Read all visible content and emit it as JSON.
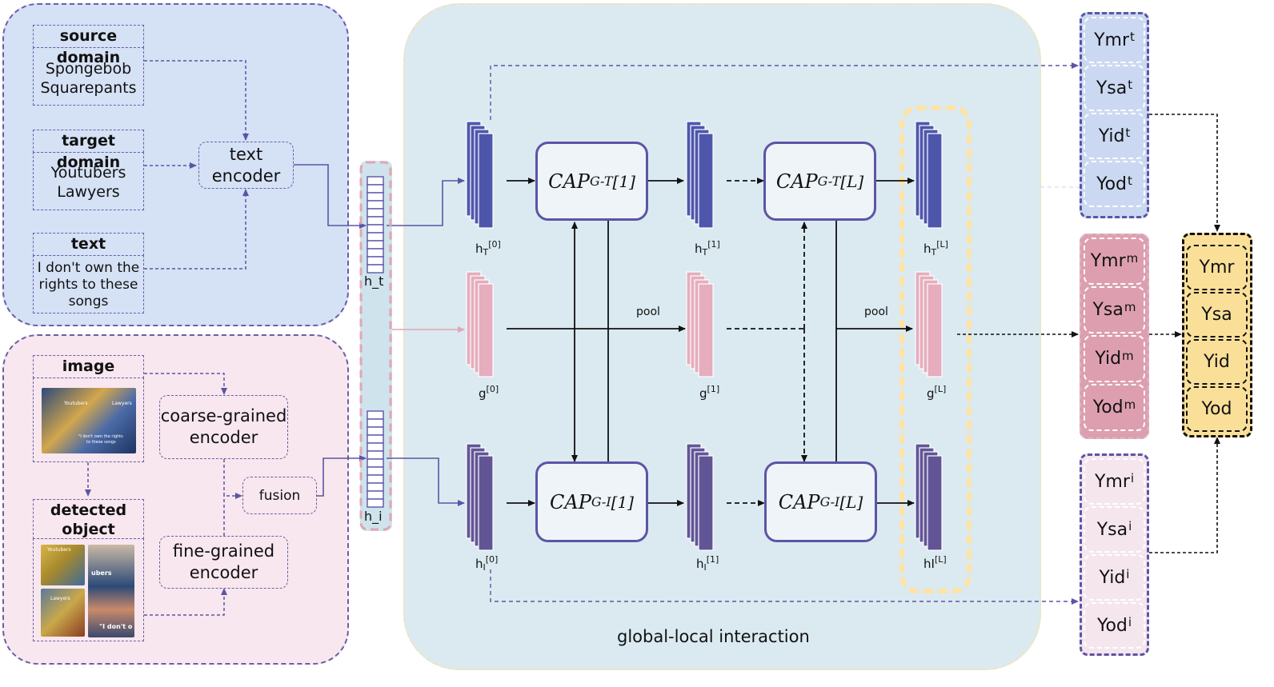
{
  "text_panel": {
    "source_domain": {
      "header": "source domain",
      "value": [
        "Spongebob",
        "Squarepants"
      ]
    },
    "target_domain": {
      "header": "target domain",
      "value": [
        "Youtubers",
        "Lawyers"
      ]
    },
    "text": {
      "header": "text",
      "value": [
        "I don't  own the",
        "rights to these",
        "songs"
      ]
    },
    "encoder": [
      "text",
      "encoder"
    ]
  },
  "image_panel": {
    "image_header": "image",
    "detected_header": [
      "detected",
      "object"
    ],
    "coarse_encoder": [
      "coarse-grained",
      "encoder"
    ],
    "fine_encoder": [
      "fine-grained",
      "encoder"
    ],
    "fusion": "fusion"
  },
  "vectors": {
    "text": "h_t",
    "image": "h_i"
  },
  "labels": {
    "hT0": {
      "base": "h",
      "sub": "T",
      "sup": "[0]"
    },
    "hT1": {
      "base": "h",
      "sub": "T",
      "sup": "[1]"
    },
    "hTL": {
      "base": "h",
      "sub": "T",
      "sup": "[L]"
    },
    "g0": {
      "base": "g",
      "sup": "[0]"
    },
    "g1": {
      "base": "g",
      "sup": "[1]"
    },
    "gL": {
      "base": "g",
      "sup": "[L]"
    },
    "hI0": {
      "base": "h",
      "sub": "I",
      "sup": "[0]"
    },
    "hI1": {
      "base": "h",
      "sub": "I",
      "sup": "[1]"
    },
    "hIL": {
      "base": "hI",
      "sup": "[L]"
    },
    "pool1": "pool",
    "pool2": "pool"
  },
  "cap_blocks": {
    "capT1": {
      "base": "CAP",
      "sub": "G-T",
      "sup": "[1]"
    },
    "capTL": {
      "base": "CAP",
      "sub": "G-T",
      "sup": "[L]"
    },
    "capI1": {
      "base": "CAP",
      "sub": "G-I",
      "sup": "[1]"
    },
    "capIL": {
      "base": "CAP",
      "sub": "G-I",
      "sup": "[L]"
    }
  },
  "interaction_label": "global-local interaction",
  "outputs": {
    "text": [
      {
        "base": "Ymr",
        "sup": "t"
      },
      {
        "base": "Ysa",
        "sup": "t"
      },
      {
        "base": "Yid",
        "sup": "t"
      },
      {
        "base": "Yod",
        "sup": "t"
      }
    ],
    "multimodal": [
      {
        "base": "Ymr",
        "sup": "m"
      },
      {
        "base": "Ysa",
        "sup": "m"
      },
      {
        "base": "Yid",
        "sup": "m"
      },
      {
        "base": "Yod",
        "sup": "m"
      }
    ],
    "image": [
      {
        "base": "Ymr",
        "sup": "i"
      },
      {
        "base": "Ysa",
        "sup": "i"
      },
      {
        "base": "Yid",
        "sup": "i"
      },
      {
        "base": "Yod",
        "sup": "i"
      }
    ],
    "final": [
      "Ymr",
      "Ysa",
      "Yid",
      "Yod"
    ]
  },
  "image_captions": {
    "main_top": "Youtubers",
    "main_right": "Lawyers",
    "main_bottom": [
      "\"I don't own the rights",
      "to these songs"
    ],
    "crop_a": "Youtubers",
    "crop_b": "ubers",
    "crop_c": "Lawyers",
    "crop_d": "\"I don't o"
  },
  "colors": {
    "text_region": "#d5e1f5",
    "image_region": "#f8e7ee",
    "interaction_region": "#dbeaf1",
    "text_feature": "#4e56ab",
    "image_feature": "#625596",
    "global_feature": "#e5adbd",
    "text_output": "#cbd8f2",
    "multimodal_output": "#dd9fb0",
    "image_output": "#f5e6ee",
    "final_output": "#fadf99",
    "highlight": "#fde3a6"
  }
}
